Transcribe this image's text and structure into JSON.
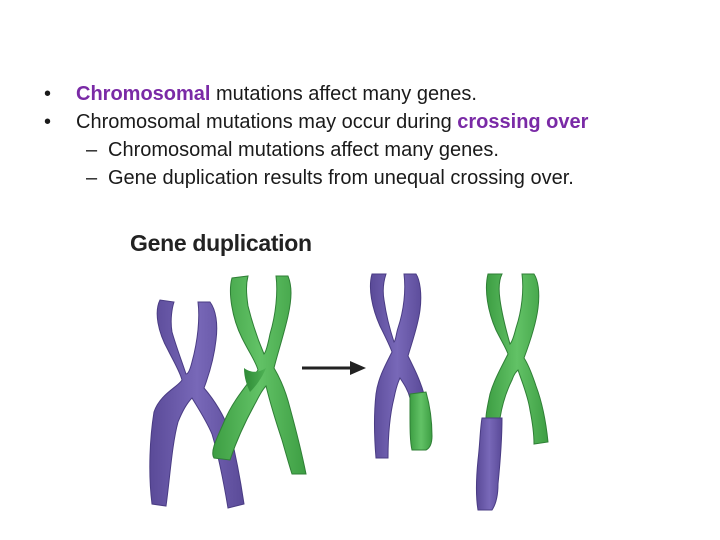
{
  "bullets": [
    {
      "marker": "•",
      "highlight": "Chromosomal",
      "rest": " mutations affect many genes."
    },
    {
      "marker": "•",
      "prefix": "Chromosomal mutations may occur during ",
      "highlight": "crossing over"
    }
  ],
  "subbullets": [
    {
      "marker": "–",
      "text": "Chromosomal mutations affect many genes."
    },
    {
      "marker": "–",
      "text": "Gene duplication results from unequal crossing over."
    }
  ],
  "figure": {
    "title": "Gene duplication",
    "arrow_icon": "right-arrow-icon"
  },
  "colors": {
    "accent": "#7a2aa6",
    "purple_chromosome": "#6a5aa8",
    "green_chromosome": "#4caf50"
  }
}
